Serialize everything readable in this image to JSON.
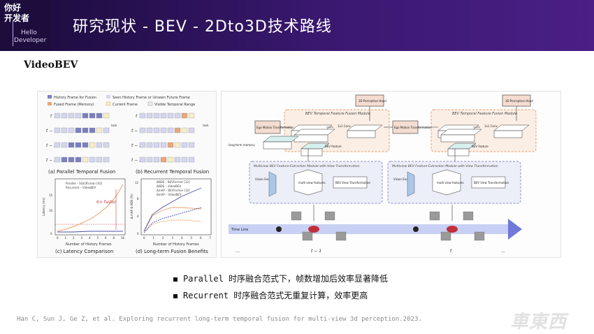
{
  "header": {
    "logo_line1": "你好",
    "logo_line2": "开发者",
    "logo_sub1": "Hello",
    "logo_sub2": "Developer",
    "title": "研究现状 - BEV - 2Dto3D技术路线"
  },
  "section_title": "VideoBEV",
  "left_figure": {
    "legend": [
      "History Frame for Fusion",
      "Seen History Frame or Unseen Future Frame",
      "Fused Frame (Memory)",
      "Current Frame",
      "Visible Temporal Range"
    ],
    "row_labels": [
      "t",
      "t − 1",
      "t − 2",
      "t − 3"
    ],
    "task_label": "task",
    "caption_a": "(a) Parallel Temporal Fusion",
    "caption_b": "(b) Recurrent Temporal Fusion",
    "caption_c": "(c) Latency Comparison",
    "caption_d": "(d) Long-term Fusion Benefits",
    "plot_c": {
      "ylabel": "Latency (ms)",
      "xlabel": "Number of History Frames",
      "legend": [
        "Parallel – SOLOFusion [42]",
        "Recurrent – VideoBEV"
      ],
      "annotation": "6× faster",
      "yticks": [
        "0",
        "10",
        "15"
      ],
      "xticks": [
        "0",
        "1",
        "2",
        "3",
        "4",
        "5",
        "6",
        "8",
        "16"
      ]
    },
    "plot_d": {
      "ylabel": "Δ mAP & NDS (%)",
      "xlabel": "Number of History Frames",
      "legend": [
        "ΔNDS – BEVFormer [32]",
        "ΔNDS – VideoBEV",
        "ΔmAP – BEVFormer [32]",
        "ΔmAP – VideoBEV"
      ],
      "yticks": [
        "0",
        "4",
        "8",
        "12"
      ],
      "xticks": [
        "0",
        "1",
        "2",
        "3",
        "4",
        "5",
        "6",
        "7"
      ]
    }
  },
  "right_figure": {
    "module_temporal": "BEV Temporal Feature Fusion Module",
    "module_multiview": "Multiview BEV Feature Extraction Module with View Transformation",
    "ego_motion": "Ego Motion Transformation",
    "conv": "1x1 Conv",
    "head": "3D Perception Head",
    "bev_feature": "BEV feature",
    "memory": "long-term memory",
    "vision_encoder": "Vision Encoder",
    "multiview_features": "multi-view features",
    "view_transformation": "BEV View Transformation",
    "time_line": "Time Line",
    "t_prev": "t − 1",
    "t_cur": "t",
    "ellipsis": "…",
    "colors": {
      "temporal_border": "#e6a070",
      "temporal_fill": "#fbeee4",
      "multiview_border": "#8a8fc8",
      "multiview_fill": "#eceef8",
      "arrow": "#6f79d8"
    }
  },
  "bullets": [
    "Parallel 时序融合范式下，帧数增加后效率显著降低",
    "Recurrent 时序融合范式无重复计算，效率更高"
  ],
  "citation": "Han C, Sun J, Ge Z, et al. Exploring recurrent long-term temporal fusion for multi-view 3d perception.2023.",
  "watermark": "車東西"
}
